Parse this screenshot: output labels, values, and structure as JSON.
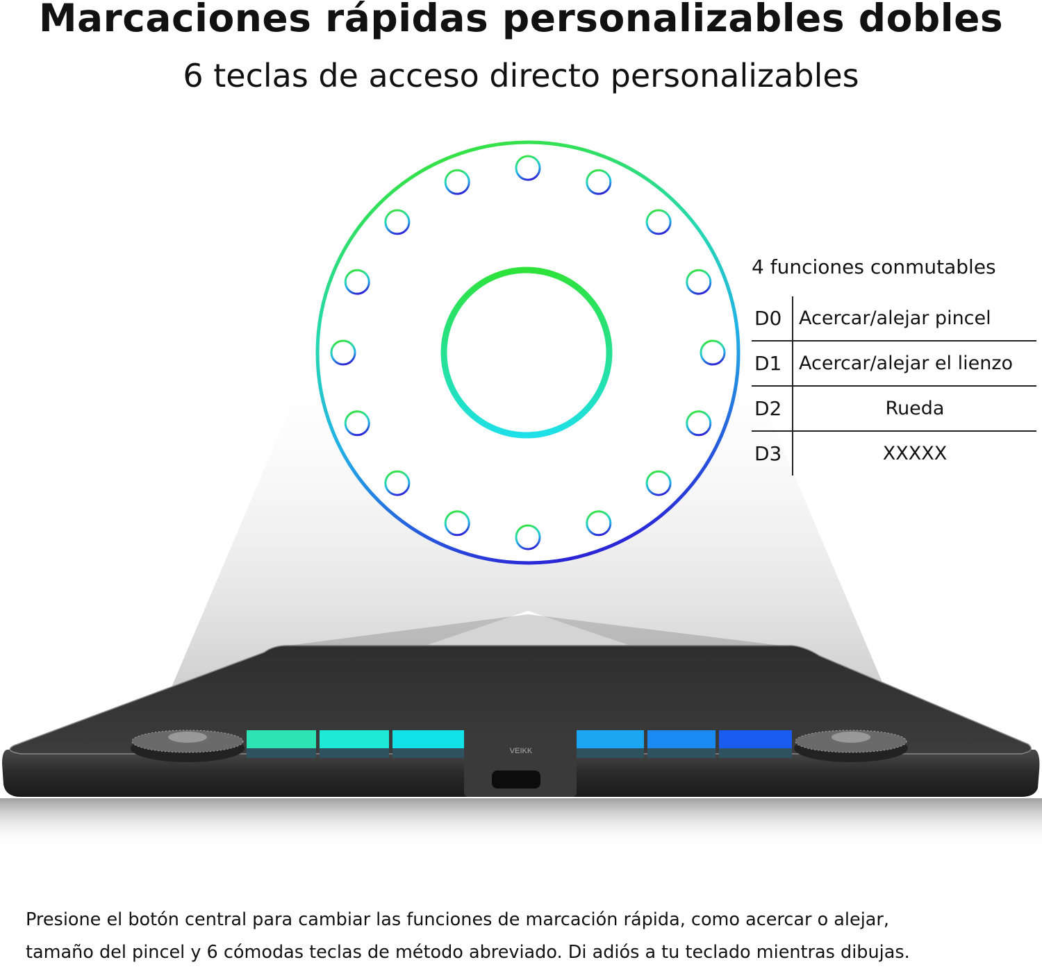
{
  "header": {
    "title": "Marcaciones rápidas personalizables dobles",
    "subtitle": "6 teclas de acceso directo personalizables"
  },
  "functions_panel": {
    "title": "4 funciones conmutables",
    "rows": [
      {
        "key": "D0",
        "value": "Acercar/alejar pincel"
      },
      {
        "key": "D1",
        "value": "Acercar/alejar el lienzo"
      },
      {
        "key": "D2",
        "value": "Rueda"
      },
      {
        "key": "D3",
        "value": "XXXXX"
      }
    ]
  },
  "device": {
    "logo": "VEIKK",
    "shortcut_key_colors": [
      "#2de3b4",
      "#1de9d6",
      "#12e2e8",
      "#1aa6f2",
      "#1a8af2",
      "#1a5cf0"
    ],
    "dial_gradient": {
      "top": "#33e040",
      "right": "#2adf9a",
      "bottom": "#2a2ad8",
      "left": "#25c8e8"
    }
  },
  "footer": {
    "line1": "Presione el botón central para cambiar las funciones de marcación rápida, como acercar o alejar,",
    "line2": "tamaño del pincel y 6 cómodas teclas de método abreviado. Di adiós a tu teclado mientras dibujas."
  }
}
